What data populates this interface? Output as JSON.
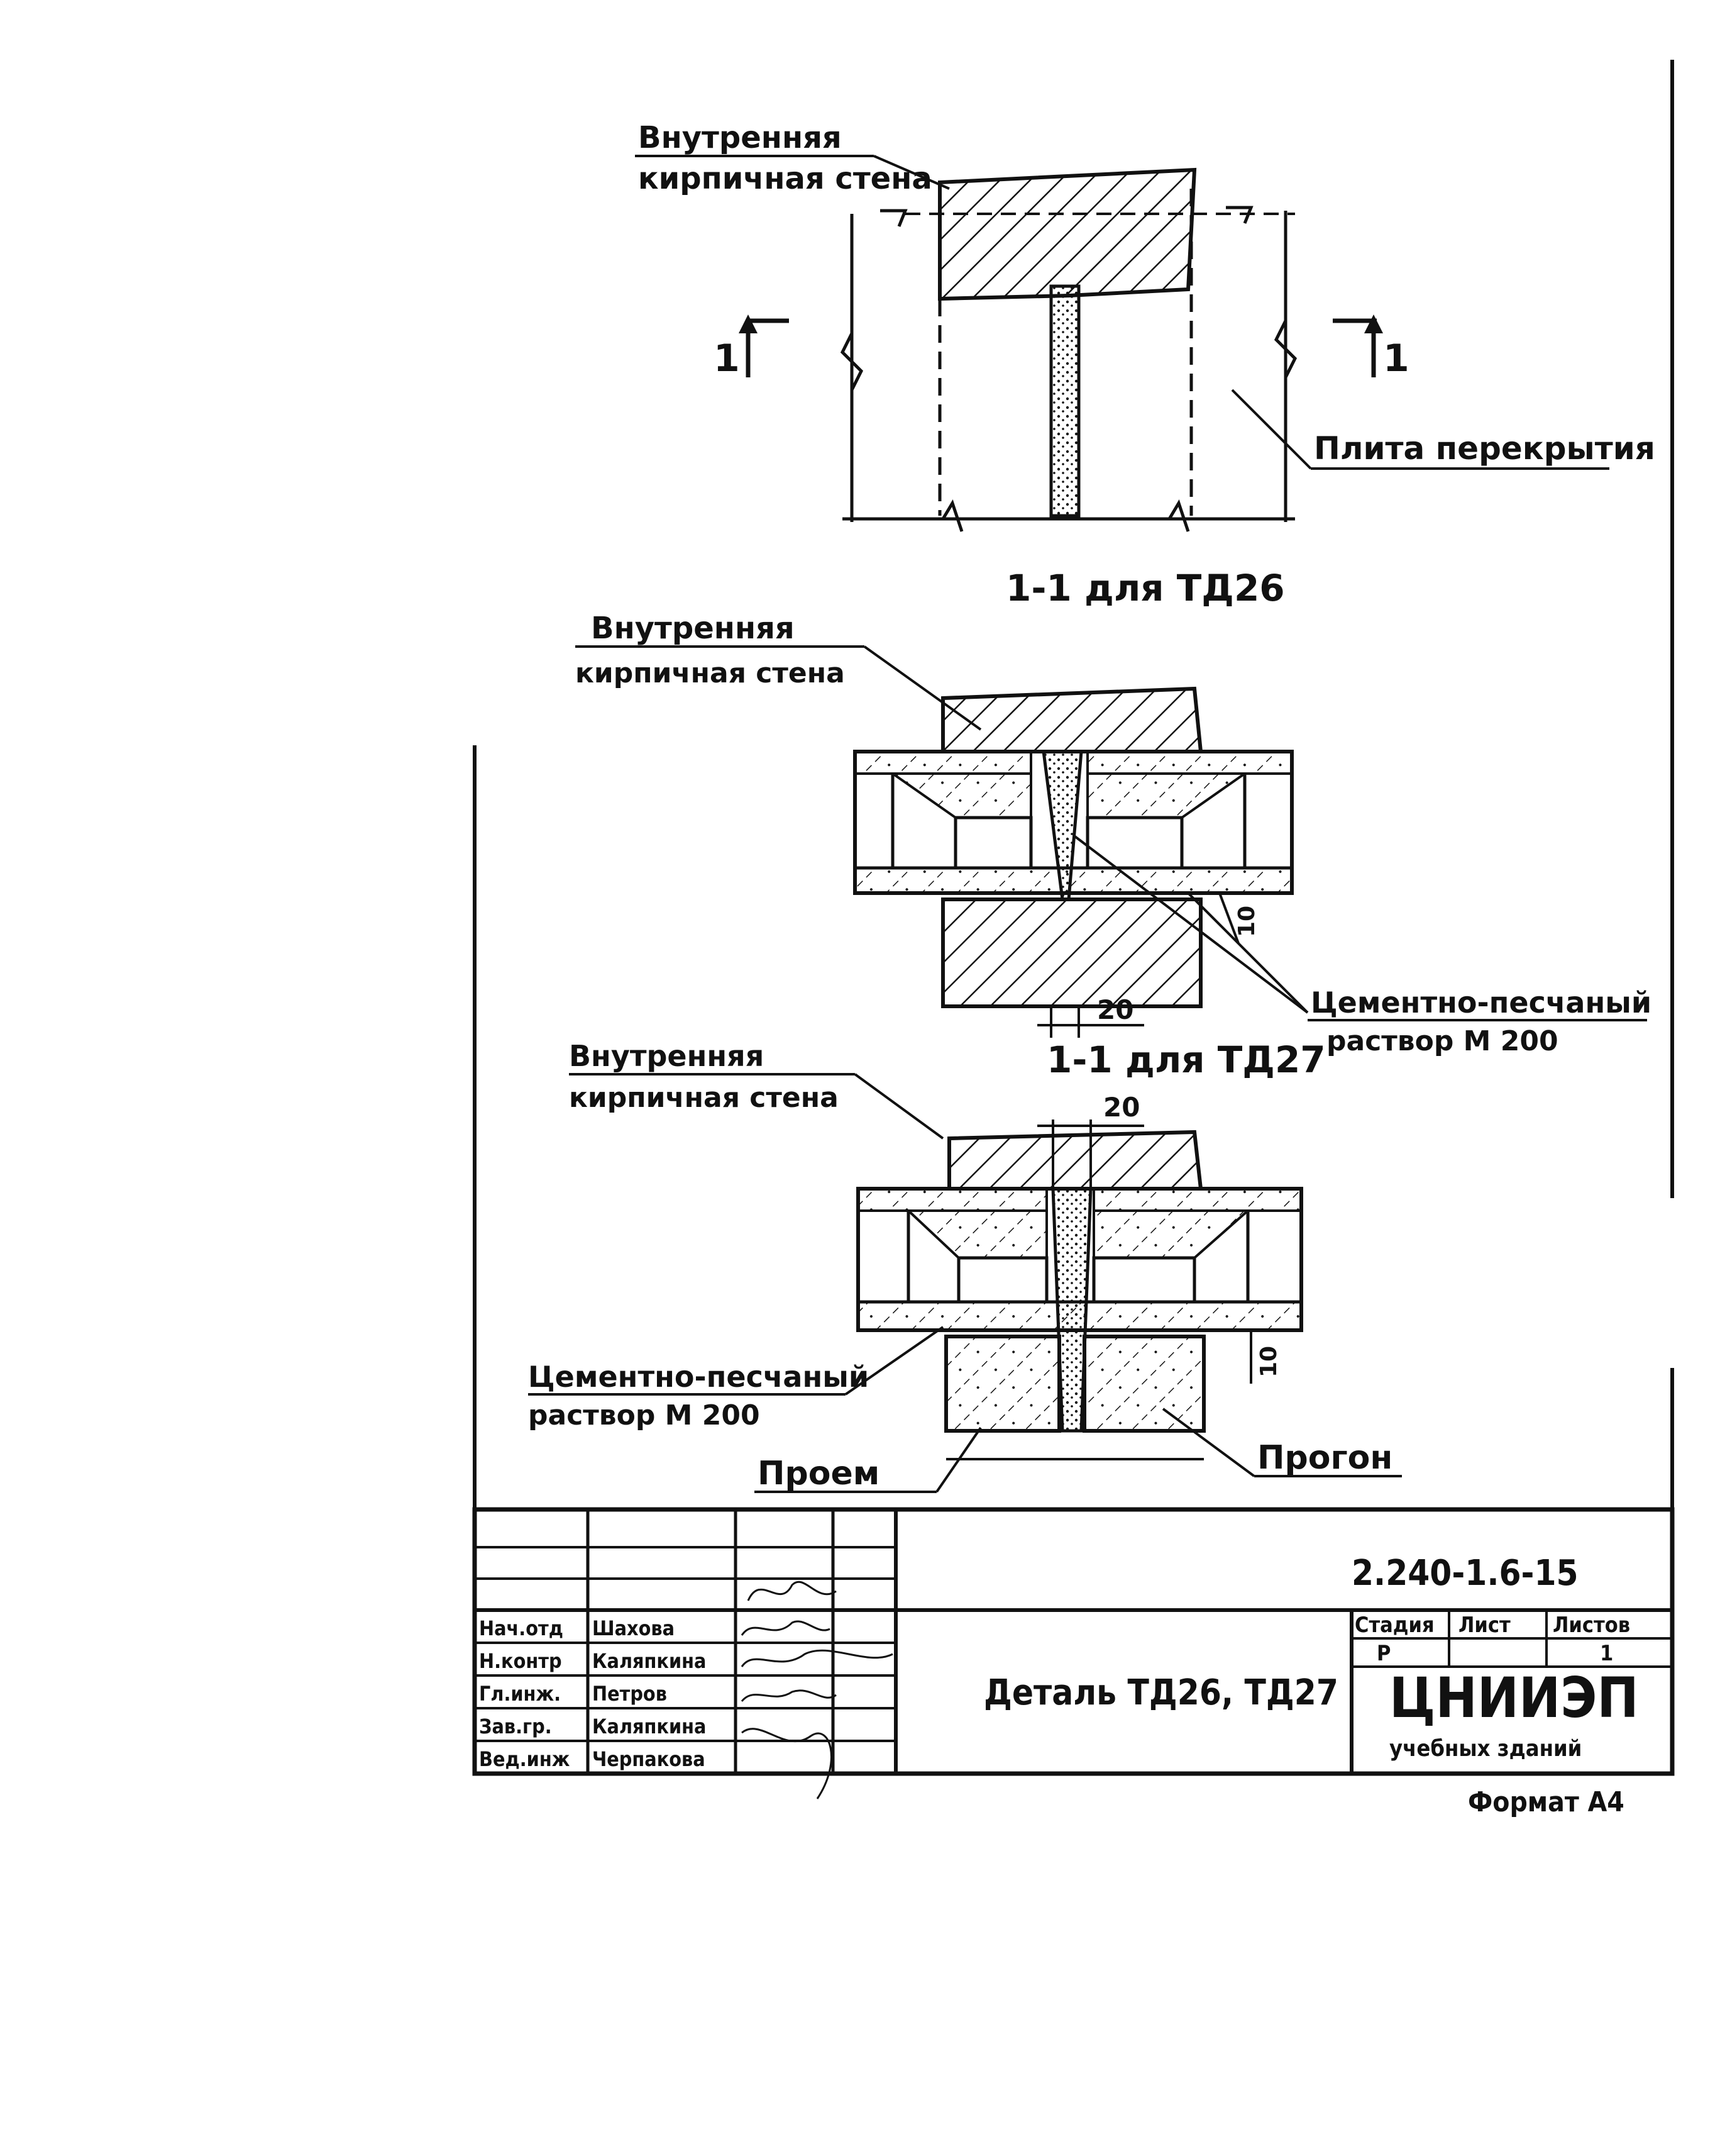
{
  "drawing": {
    "inner_wall_label_1": "Внутренняя",
    "inner_wall_label_2": "кирпичная стена",
    "inner_wall_label_1b": "Внутренняя",
    "inner_wall_label_2b": "кирпичная стена",
    "inner_wall_label_1c": "Внутренняя",
    "inner_wall_label_2c": "кирпичная стена",
    "slab_label": "Плита перекрытия",
    "section_mark": "1",
    "section_caption_td26": "1-1 для ТД26",
    "section_caption_td27": "1-1 для ТД27",
    "mortar_label_1": "Цементно-песчаный",
    "mortar_label_2": "раствор М 200",
    "mortar_label_1b": "Цементно-песчаный",
    "mortar_label_2b": "раствор М 200",
    "opening_label": "Проем",
    "beam_label": "Прогон",
    "dim_20": "20",
    "dim_10": "10"
  },
  "title_block": {
    "doc_code": "2.240-1.6-15",
    "title": "Деталь ТД26, ТД27",
    "stage_header": "Стадия",
    "sheet_header": "Лист",
    "sheets_header": "Листов",
    "stage_value": "Р",
    "sheets_value": "1",
    "org_name": "ЦНИИЭП",
    "org_sub": "учебных зданий",
    "format": "Формат А4",
    "roles": [
      {
        "role": "Нач.отд",
        "name": "Шахова"
      },
      {
        "role": "Н.контр",
        "name": "Каляпкина"
      },
      {
        "role": "Гл.инж.",
        "name": "Петров"
      },
      {
        "role": "Зав.гр.",
        "name": "Каляпкина"
      },
      {
        "role": "Вед.инж",
        "name": "Черпакова"
      }
    ]
  }
}
